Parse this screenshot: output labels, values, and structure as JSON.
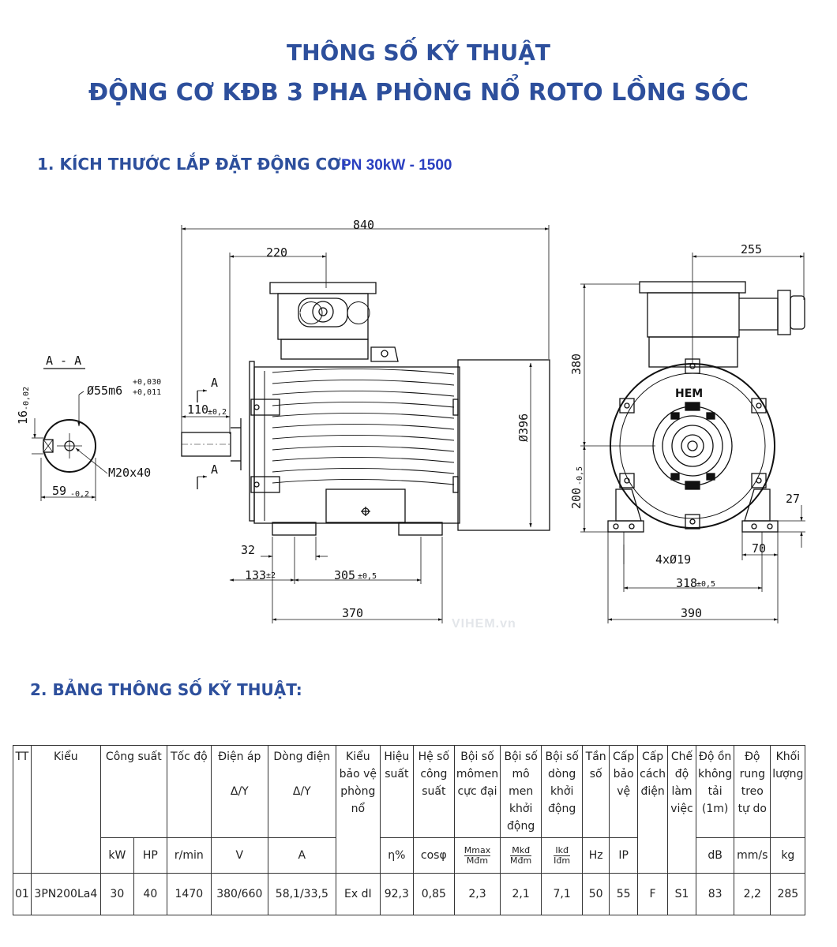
{
  "title_line1": "THÔNG SỐ KỸ THUẬT",
  "title_line2": "ĐỘNG CƠ KĐB 3 PHA PHÒNG NỔ ROTO LỒNG SÓC",
  "section1": {
    "label": "1. KÍCH THƯỚC LẮP ĐẶT ĐỘNG CƠ:",
    "model": "PN 30kW - 1500"
  },
  "drawing": {
    "section_label": "A - A",
    "section_mark": "A",
    "shaft_dia": "Ø55m6",
    "shaft_tol_upper": "+0,030",
    "shaft_tol_lower": "+0,011",
    "key_depth": "16",
    "key_depth_tol": "-0,02",
    "thread": "M20x40",
    "key_height": "59",
    "key_height_tol": "-0,2",
    "overall_length": "840",
    "terminal_offset": "220",
    "shaft_length": "110",
    "shaft_length_tol": "±0,2",
    "frame_dia": "Ø396",
    "dim_32": "32",
    "dim_133": "133",
    "dim_133_tol": "±2",
    "dim_305": "305",
    "dim_305_tol": "±0,5",
    "dim_370": "370",
    "side_width_top": "255",
    "height_380": "380",
    "shaft_height": "200",
    "shaft_height_tol": "-0,5",
    "foot_27": "27",
    "foot_70": "70",
    "holes": "4xØ19",
    "foot_span": "318",
    "foot_span_tol": "±0,5",
    "base_width": "390",
    "brand": "HEM"
  },
  "watermark": "VIHEM.vn",
  "section2": {
    "label": "2. BẢNG THÔNG SỐ KỸ THUẬT:"
  },
  "table": {
    "headers": {
      "tt": "TT",
      "type": "Kiểu",
      "power": "Công suất",
      "speed": "Tốc độ",
      "voltage": "Điện áp",
      "voltage_sub": "Δ/Y",
      "current": "Dòng điện",
      "current_sub": "Δ/Y",
      "ex_type": "Kiểu bảo vệ phòng nổ",
      "eff": "Hiệu suất",
      "pf": "Hệ số công suất",
      "tmax": "Bội số mômen cực đại",
      "tstart": "Bội số mô men khởi động",
      "istart": "Bội số dòng khởi động",
      "freq": "Tần số",
      "ip": "Cấp bảo vệ",
      "ins": "Cấp cách điện",
      "duty": "Chế độ làm việc",
      "noise": "Độ ồn không tải (1m)",
      "vib": "Độ rung treo tự do",
      "mass": "Khối lượng"
    },
    "units": {
      "kw": "kW",
      "hp": "HP",
      "rpm": "r/min",
      "v": "V",
      "a": "A",
      "eff": "η%",
      "pf": "cosφ",
      "tmax_n": "Mmax",
      "tmax_d": "Mđm",
      "tst_n": "Mkđ",
      "tst_d": "Mđm",
      "ist_n": "Ikđ",
      "ist_d": "Iđm",
      "hz": "Hz",
      "ip": "IP",
      "db": "dB",
      "mms": "mm/s",
      "kg": "kg"
    },
    "row": {
      "tt": "01",
      "type": "3PN200La4",
      "kw": "30",
      "hp": "40",
      "rpm": "1470",
      "v": "380/660",
      "a": "58,1/33,5",
      "ex": "Ex dI",
      "eff": "92,3",
      "pf": "0,85",
      "tmax": "2,3",
      "tst": "2,1",
      "ist": "7,1",
      "hz": "50",
      "ip": "55",
      "ins": "F",
      "duty": "S1",
      "db": "83",
      "mms": "2,2",
      "kg": "285"
    }
  }
}
